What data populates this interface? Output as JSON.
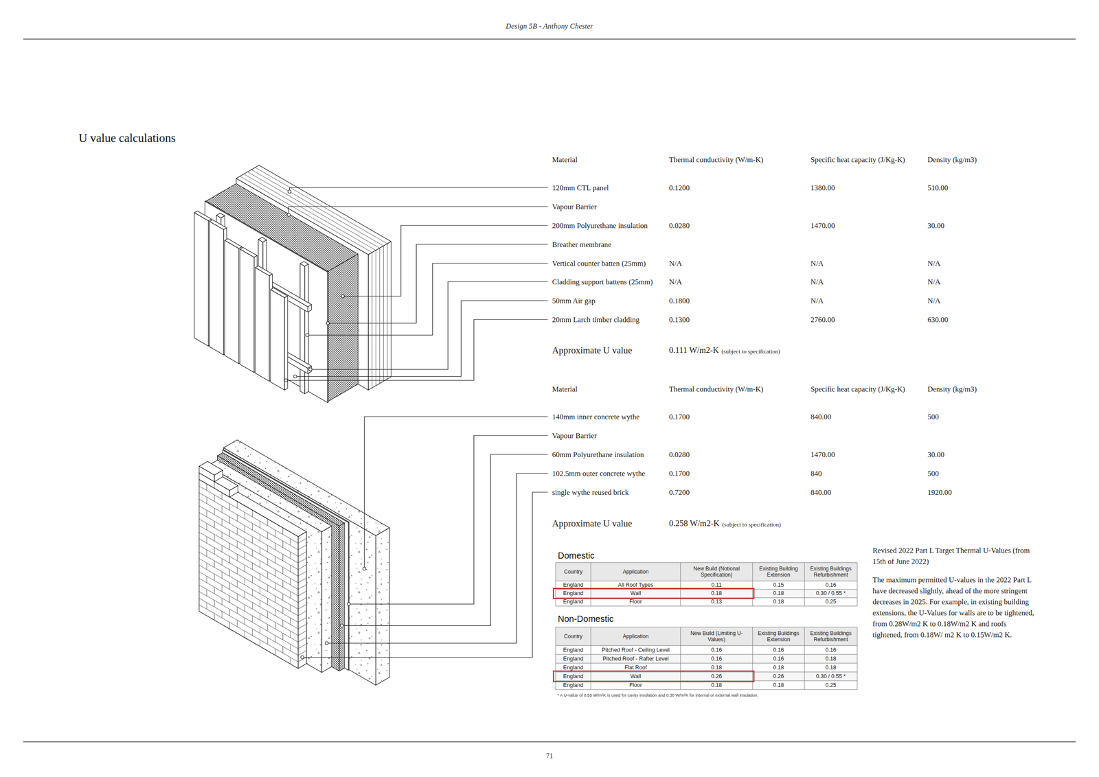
{
  "diagram": {
    "title": "U value calculations",
    "labels": [
      "Design 5B - Anthony Chester",
      "Material",
      "Thermal conductivity (W/m-K)",
      "Specific heat capacity (J/Kg-K)",
      "Density (kg/m3)",
      "120mm CTL panel",
      "0.1200",
      "1380.00",
      "510.00",
      "Vapour Barrier",
      "200mm Polyurethane insulation",
      "0.0280",
      "1470.00",
      "30.00",
      "Breather membrane",
      "Vertical counter batten (25mm)",
      "N/A",
      "N/A",
      "N/A",
      "Cladding support battens (25mm)",
      "N/A",
      "N/A",
      "N/A",
      "50mm Air gap",
      "0.1800",
      "N/A",
      "N/A",
      "20mm Larch timber cladding",
      "0.1300",
      "2760.00",
      "630.00",
      "Approximate U value",
      "0.111 W/m2-K",
      "(subject to specification)",
      "Material",
      "Thermal conductivity (W/m-K)",
      "Specific heat capacity (J/Kg-K)",
      "Density (kg/m3)",
      "140mm inner concrete wythe",
      "0.1700",
      "840.00",
      "500",
      "Vapour Barrier",
      "60mm Polyurethane insulation",
      "0.0280",
      "1470.00",
      "30.00",
      "102.5mm outer concrete wythe",
      "0.1700",
      "840",
      "500",
      "single wythe reused brick",
      "0.7200",
      "840.00",
      "1920.00",
      "Approximate U value",
      "0.258 W/m2-K",
      "(subject to specification)",
      "Domestic",
      "Country",
      "Application",
      "New Build (Notional Specification)",
      "Existing Building Extension",
      "Existing Buildings Refurbishment",
      "England",
      "All Roof Types",
      "0.11",
      "0.15",
      "0.16",
      "England",
      "Wall",
      "0.18",
      "0.18",
      "0.30 / 0.55 *",
      "England",
      "Floor",
      "0.13",
      "0.18",
      "0.25",
      "Non-Domestic",
      "Country",
      "Application",
      "New Build (Limiting U-Values)",
      "Existing Buildings Extension",
      "Existing Buildings Refurbishment",
      "England",
      "Pitched Roof - Ceiling Level",
      "0.16",
      "0.16",
      "0.16",
      "England",
      "Pitched Roof - Rafter Level",
      "0.16",
      "0.16",
      "0.18",
      "England",
      "Flat Roof",
      "0.18",
      "0.18",
      "0.18",
      "England",
      "Wall",
      "0.26",
      "0.26",
      "0.30 / 0.55 *",
      "England",
      "Floor",
      "0.18",
      "0.18",
      "0.25",
      "* A U-value of 0.55 W/m²K is used for cavity insulation and 0.30 W/m²K for internal or external wall insulation.",
      "Revised 2022 Part L Target Thermal U-Values (from 15th of June 2022)",
      "The maximum permitted U-values in the 2022 Part L have decreased slightly, ahead of the more stringent decreases in 2025. For example, in existing building extensions, the U-Values for walls are to be tightened, from 0.28W/m2 K to 0.18W/m2 K and roofs tightened, from 0.18W/ m2 K to 0.15W/m2 K.",
      "71"
    ]
  }
}
